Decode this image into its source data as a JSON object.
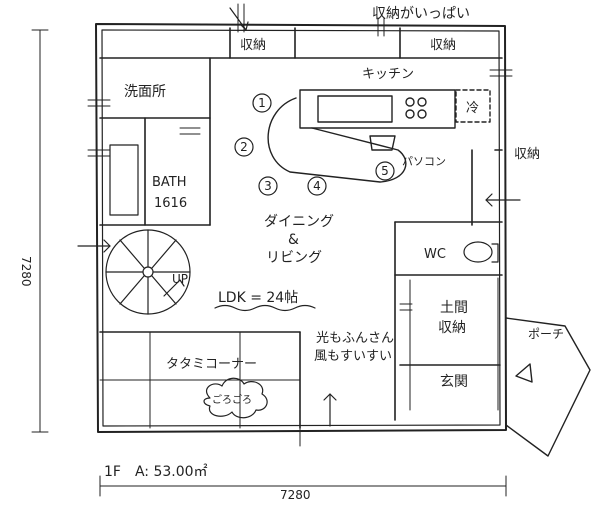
{
  "labels": {
    "storage_top_center": "収納がいっぱい",
    "storage_top_left": "収納",
    "storage_top_right": "収納",
    "kitchen": "キッチン",
    "washroom": "洗面所",
    "bath": "BATH",
    "bath_size": "1616",
    "fridge": "冷",
    "pc_corner": "パソコン",
    "storage_right": "収納",
    "dining_line1": "ダイニング",
    "dining_line2": "&",
    "dining_line3": "リビング",
    "wc": "WC",
    "ldk": "LDK = 24帖",
    "up": "UP",
    "light_wind_line1": "光もふんさん",
    "light_wind_line2": "風もすいすい",
    "dirt_floor_line1": "土間",
    "dirt_floor_line2": "収納",
    "porch": "ポーチ",
    "tatami": "タタミコーナー",
    "entrance": "玄関",
    "cloud": "ごろごろ",
    "dim_vertical": "7280",
    "dim_horizontal": "7280",
    "floor_info": "1F　A: 53.00㎡"
  },
  "seats": [
    "1",
    "2",
    "3",
    "4",
    "5"
  ]
}
